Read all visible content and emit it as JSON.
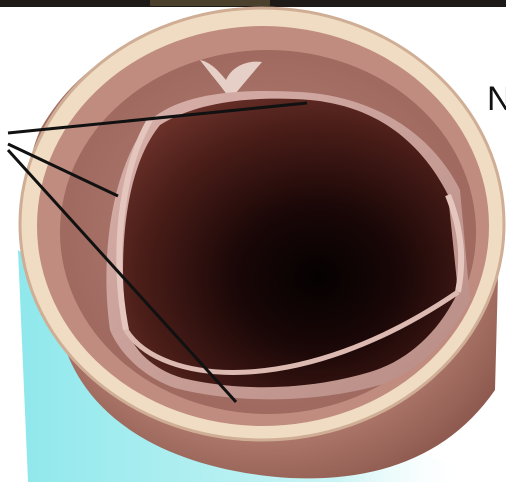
{
  "figure": {
    "partial_label": "N",
    "subject": "vessel-cross-section-with-valve-cusps",
    "colors": {
      "background": "#ffffff",
      "top_strip": "#1d1a17",
      "cyan_backdrop": "#7fe0e4",
      "outer_tissue": "#b47f72",
      "outer_rim": "#efdcc2",
      "inner_wall": "#a77065",
      "cusp": "#c9a09a",
      "lumen_dark": "#0d0303",
      "leader_lines": "#111111"
    },
    "leader_line_count": 3
  }
}
